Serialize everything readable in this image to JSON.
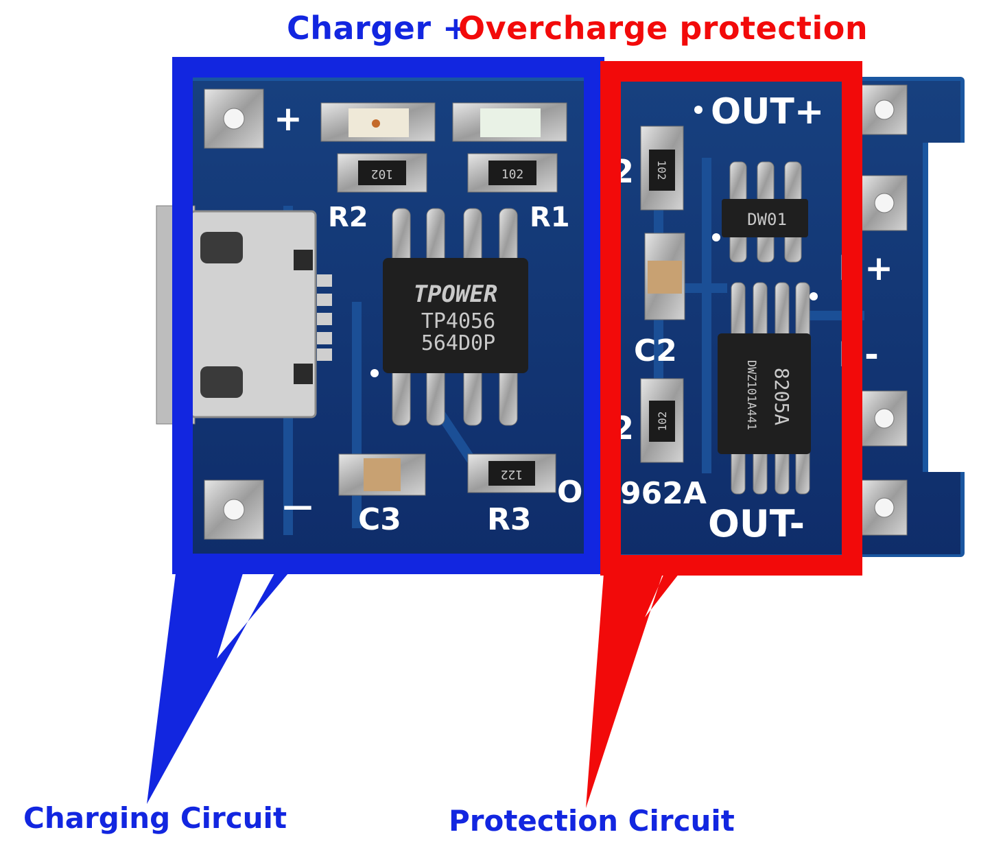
{
  "header": {
    "part1": "Charger +",
    "part2": "Overcharge protection"
  },
  "captions": {
    "left": "Charging Circuit",
    "right": "Protection Circuit"
  },
  "silkscreen": {
    "plus": "+",
    "minus": "—",
    "out_plus": "OUT+",
    "out_minus": "OUT-",
    "b_plus": "B+",
    "b_minus": "B-",
    "r1": "R1",
    "r2": "R2",
    "r3": "R3",
    "c2": "C2",
    "c3": "C3",
    "board_code": "962A",
    "stray_left": "2",
    "stray_left2": "2",
    "stray_o": "O"
  },
  "chips": {
    "tp4056_brand": "TPOWER",
    "tp4056_model": "TP4056",
    "tp4056_code": "564D0P",
    "dw01": "DW01",
    "mosfet_model": "8205A",
    "mosfet_code": "DWZ101A441"
  },
  "resistors": {
    "r2_code": "102",
    "r1_code": "102",
    "r3_code": "122",
    "prot_top_code": "102",
    "prot_bottom_code": "102"
  },
  "colors": {
    "blue_box": "#1226e0",
    "red_box": "#f20a0a",
    "pcb": "#0f2f73"
  }
}
